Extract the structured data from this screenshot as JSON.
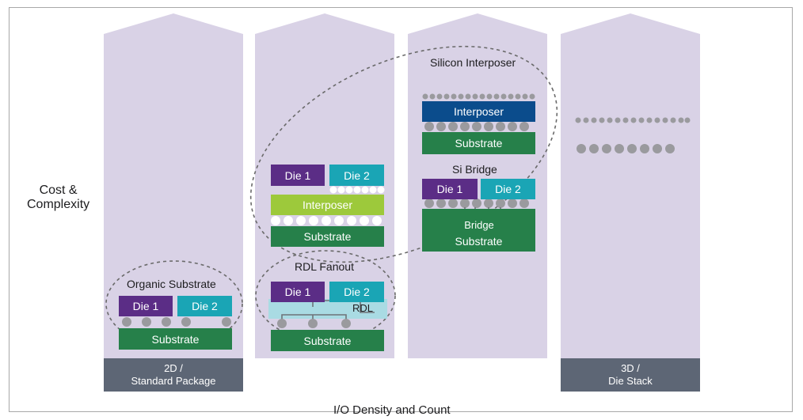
{
  "y_axis_label": [
    "Cost &",
    "Complexity"
  ],
  "x_axis_label": "I/O Density and Count",
  "columns": [
    {
      "footer_line1": "2D /",
      "footer_line2": "Standard Package"
    },
    {
      "footer_line1": "",
      "footer_line2": ""
    },
    {
      "footer_line1": "",
      "footer_line2": ""
    },
    {
      "footer_line1": "3D /",
      "footer_line2": "Die Stack"
    }
  ],
  "organic": {
    "title": "Organic Substrate",
    "die1": "Die 1",
    "die2": "Die 2",
    "substrate": "Substrate"
  },
  "rdl": {
    "title": "RDL Fanout",
    "die1": "Die 1",
    "die2": "Die 2",
    "rdl": "RDL",
    "substrate": "Substrate"
  },
  "interposer_stack": {
    "die1": "Die 1",
    "die2": "Die 2",
    "interposer": "Interposer",
    "substrate": "Substrate"
  },
  "silicon_interposer": {
    "title": "Silicon Interposer",
    "interposer": "Interposer",
    "substrate": "Substrate"
  },
  "si_bridge": {
    "title": "Si Bridge",
    "die1": "Die 1",
    "die2": "Die 2",
    "bridge": "Bridge",
    "substrate": "Substrate"
  },
  "colors": {
    "column_bg": "#d9d2e6",
    "die1": "#5b2d86",
    "die2": "#1aa5b5",
    "substrate": "#26804a",
    "interposer_green": "#9dc93b",
    "interposer_blue": "#0b4c8c",
    "bridge": "#3aa0d8",
    "rdl_layer": "#a9dbe3",
    "footer": "#5d6675",
    "bump": "#9a9a9e"
  }
}
